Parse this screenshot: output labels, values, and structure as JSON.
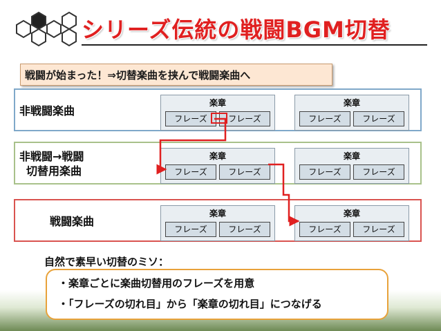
{
  "title": "シリーズ伝統の戦闘BGM切替",
  "callout": "戦闘が始まった！⇒切替楽曲を挟んで戦闘楽曲へ",
  "rows": [
    {
      "label_lines": [
        "非戦闘楽曲"
      ]
    },
    {
      "label_lines": [
        "非戦闘→戦闘",
        "切替用楽曲"
      ]
    },
    {
      "label_lines": [
        "戦闘楽曲"
      ]
    }
  ],
  "movement_label": "楽章",
  "phrase_label": "フレーズ",
  "notes": {
    "heading": "自然で素早い切替のミソ：",
    "items": [
      "・楽章ごとに楽曲切替用のフレーズを用意",
      "・「フレーズの切れ目」から「楽章の切れ目」につなげる"
    ]
  },
  "colors": {
    "title": "#e02020",
    "arrow": "#e02020",
    "row_non_battle": "#7fa8c9",
    "row_transition": "#a8c18a",
    "row_battle": "#d9534f",
    "notes_border": "#e8a23a"
  }
}
